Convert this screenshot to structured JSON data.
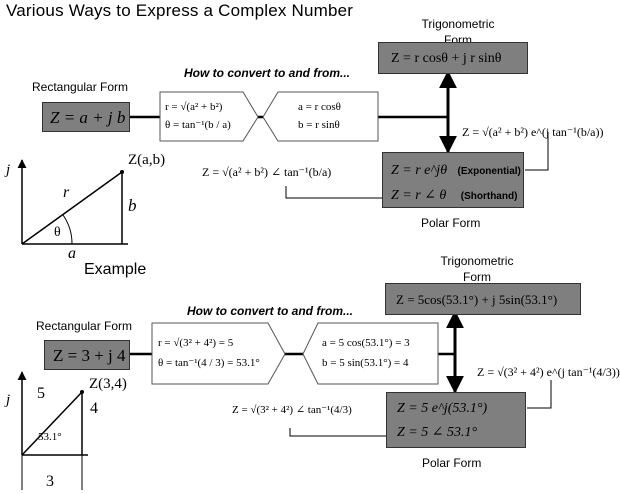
{
  "title": "Various Ways to Express a Complex Number",
  "example_label": "Example",
  "section1": {
    "trig_label": "Trigonometric Form",
    "trig_eq": "Z = r cosθ + j r sinθ",
    "rect_label": "Rectangular Form",
    "rect_eq": "Z = a + j b",
    "convert_label": "How to convert to and from...",
    "conv_left_1": "r = √(a² + b²)",
    "conv_left_2": "θ = tan⁻¹(b / a)",
    "conv_right_1": "a = r cosθ",
    "conv_right_2": "b = r sinθ",
    "exp_link": "Z = √(a² + b²) e^(j tan⁻¹(b/a))",
    "polar_link": "Z = √(a² + b²) ∠ tan⁻¹(b/a)",
    "polar_exp": "Z = r e^jθ",
    "polar_exp_tag": "(Exponential)",
    "polar_short": "Z = r ∠ θ",
    "polar_short_tag": "(Shorthand)",
    "polar_label": "Polar Form",
    "tri_j": "j",
    "tri_r": "r",
    "tri_b": "b",
    "tri_a": "a",
    "tri_theta": "θ",
    "tri_point": "Z(a,b)"
  },
  "section2": {
    "trig_label": "Trigonometric Form",
    "trig_eq": "Z = 5cos(53.1°) + j 5sin(53.1°)",
    "rect_label": "Rectangular Form",
    "rect_eq": "Z = 3 + j 4",
    "convert_label": "How to convert to and from...",
    "conv_left_1": "r = √(3² + 4²) = 5",
    "conv_left_2": "θ = tan⁻¹(4 / 3) = 53.1°",
    "conv_right_1": "a = 5 cos(53.1°) = 3",
    "conv_right_2": "b = 5 sin(53.1°) = 4",
    "exp_link": "Z = √(3² + 4²) e^(j tan⁻¹(4/3))",
    "polar_link": "Z = √(3² + 4²) ∠ tan⁻¹(4/3)",
    "polar_exp": "Z = 5 e^j(53.1°)",
    "polar_short": "Z = 5 ∠ 53.1°",
    "polar_label": "Polar Form",
    "tri_j": "j",
    "tri_hyp": "5",
    "tri_opp": "4",
    "tri_adj": "3",
    "tri_angle": "53.1°",
    "tri_point": "Z(3,4)"
  },
  "colors": {
    "box_fill": "#7f7f7f",
    "line": "#000000"
  }
}
